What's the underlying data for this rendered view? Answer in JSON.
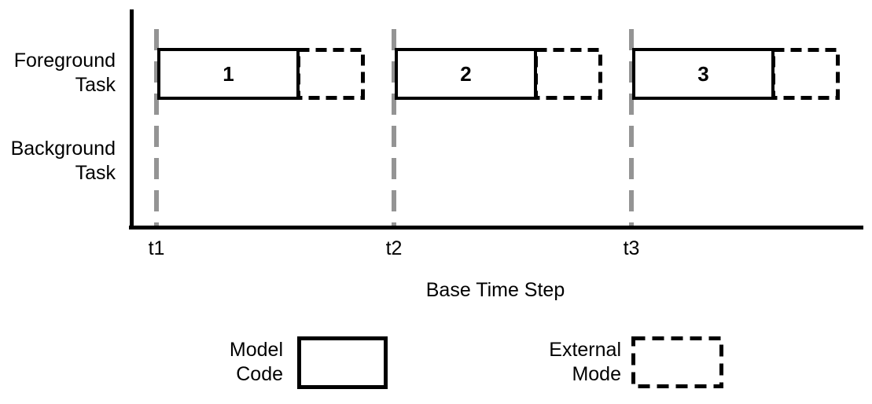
{
  "figure": {
    "rows": [
      {
        "name": "foreground",
        "label": [
          "Foreground",
          "Task"
        ]
      },
      {
        "name": "background",
        "label": [
          "Background",
          "Task"
        ]
      }
    ],
    "x_ticks": [
      "t1",
      "t2",
      "t3"
    ],
    "x_axis_label": "Base Time Step",
    "blocks": [
      {
        "number": "1",
        "segments": [
          "Model Code",
          "External Mode"
        ]
      },
      {
        "number": "2",
        "segments": [
          "Model Code",
          "External Mode"
        ]
      },
      {
        "number": "3",
        "segments": [
          "Model Code",
          "External Mode"
        ]
      }
    ],
    "legend": [
      {
        "label": [
          "Model",
          "Code"
        ],
        "box_style": "solid"
      },
      {
        "label": [
          "External",
          "Mode"
        ],
        "box_style": "dashed"
      }
    ],
    "colors": {
      "line": "#000000",
      "gridline": "#949494",
      "text": "#000000",
      "background": "#ffffff"
    }
  }
}
